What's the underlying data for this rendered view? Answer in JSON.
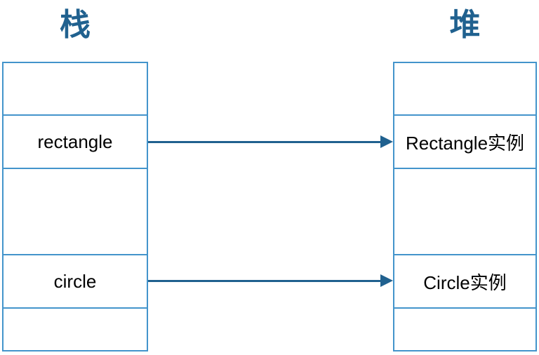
{
  "diagram": {
    "stack": {
      "title": "栈",
      "cells": [
        "",
        "rectangle",
        "",
        "circle",
        ""
      ]
    },
    "heap": {
      "title": "堆",
      "cells": [
        "",
        "Rectangle实例",
        "",
        "Circle实例",
        ""
      ]
    },
    "arrows": [
      {
        "from": "rectangle",
        "to": "Rectangle实例"
      },
      {
        "from": "circle",
        "to": "Circle实例"
      }
    ],
    "colors": {
      "box_border": "#4394cb",
      "title_text": "#20618f",
      "arrow": "#20618f",
      "cell_text": "#000000",
      "background": "#ffffff"
    }
  }
}
